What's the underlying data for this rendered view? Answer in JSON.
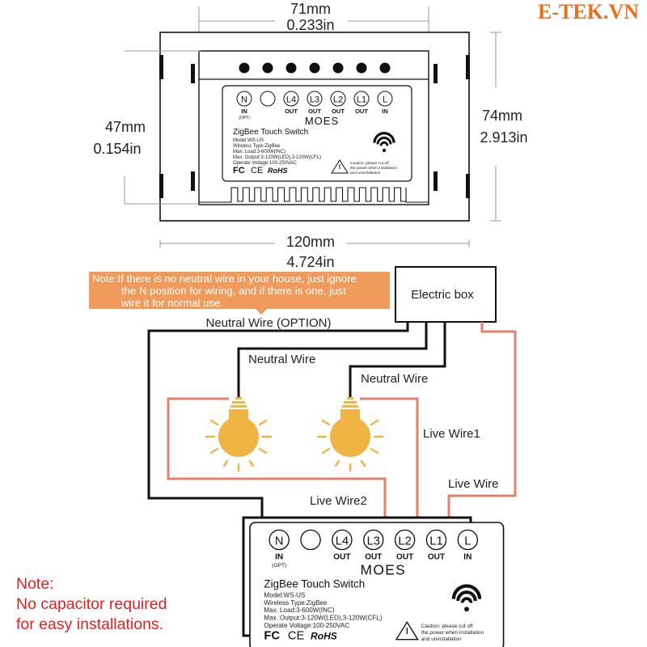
{
  "brand": {
    "label": "E-TEK.VN",
    "color": "#e8701e"
  },
  "dimensions": {
    "top_width": {
      "mm": "71mm",
      "in": "0.233in"
    },
    "left_height": {
      "mm": "47mm",
      "in": "0.154in"
    },
    "right_height": {
      "mm": "74mm",
      "in": "2.913in"
    },
    "bottom_width": {
      "mm": "120mm",
      "in": "4.724in"
    }
  },
  "switch_label": {
    "terminals": [
      {
        "id": "N",
        "sub": "IN",
        "sub2": "(OPT)"
      },
      {
        "id": "",
        "sub": "",
        "sub2": ""
      },
      {
        "id": "L4",
        "sub": "OUT",
        "sub2": ""
      },
      {
        "id": "L3",
        "sub": "OUT",
        "sub2": ""
      },
      {
        "id": "L2",
        "sub": "OUT",
        "sub2": ""
      },
      {
        "id": "L1",
        "sub": "OUT",
        "sub2": ""
      },
      {
        "id": "L",
        "sub": "IN",
        "sub2": ""
      }
    ],
    "logo": "MOES",
    "title": "ZigBee Touch Switch",
    "specs": [
      "Model:WS-US",
      "Wireless Type:ZigBee",
      "Max. Load:3-600W(INC)",
      "Max. Output:3-120W(LED),3-120W(CFL)",
      "Operate Voltage:100-250VAC"
    ],
    "certifications": [
      "FC",
      "CE",
      "RoHS"
    ],
    "caution": [
      "Caution: please cut off",
      "the power when installation",
      "and uninstallation"
    ]
  },
  "wiring": {
    "note_callout": {
      "line1": "Note:If there is no neutral wire in your house, just ignore",
      "line2": "the N position for wiring, and if there is one, just",
      "line3": "wire it for normal use."
    },
    "electric_box_label": "Electric box",
    "wire_labels": {
      "neutral_option": "Neutral Wire (OPTION)",
      "neutral_1": "Neutral Wire",
      "neutral_2": "Neutral Wire",
      "live_1": "Live Wire1",
      "live_2": "Live Wire2",
      "live": "Live Wire"
    },
    "colors": {
      "neutral": "#111111",
      "live": "#e0826a",
      "bulb": "#f0b445",
      "note_bg": "#f09a5c"
    }
  },
  "bottom_note": {
    "line1": "Note:",
    "line2": "No capacitor required",
    "line3": "for easy installations.",
    "color": "#e02020"
  }
}
